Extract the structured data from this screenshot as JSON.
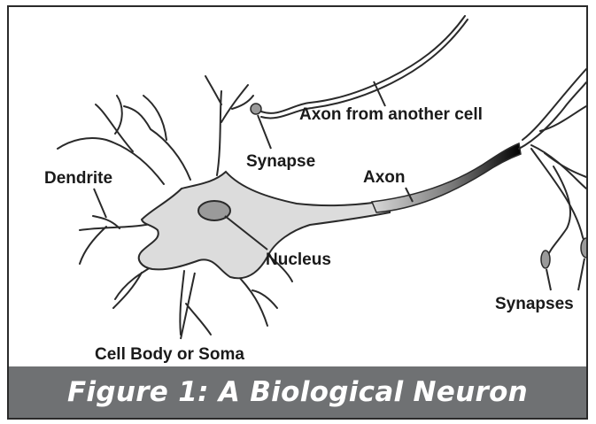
{
  "labels": {
    "dendrite": "Dendrite",
    "synapse": "Synapse",
    "axon_from_another_cell": "Axon from another cell",
    "axon": "Axon",
    "nucleus": "Nucleus",
    "cell_body": "Cell Body or Soma",
    "synapses": "Synapses"
  },
  "caption": "Figure 1: A Biological Neuron",
  "colors": {
    "soma_fill": "#dcdcdc",
    "nucleus_fill": "#9a9a9a",
    "caption_bg": "#6f7173",
    "outline": "#2a2a2a"
  }
}
